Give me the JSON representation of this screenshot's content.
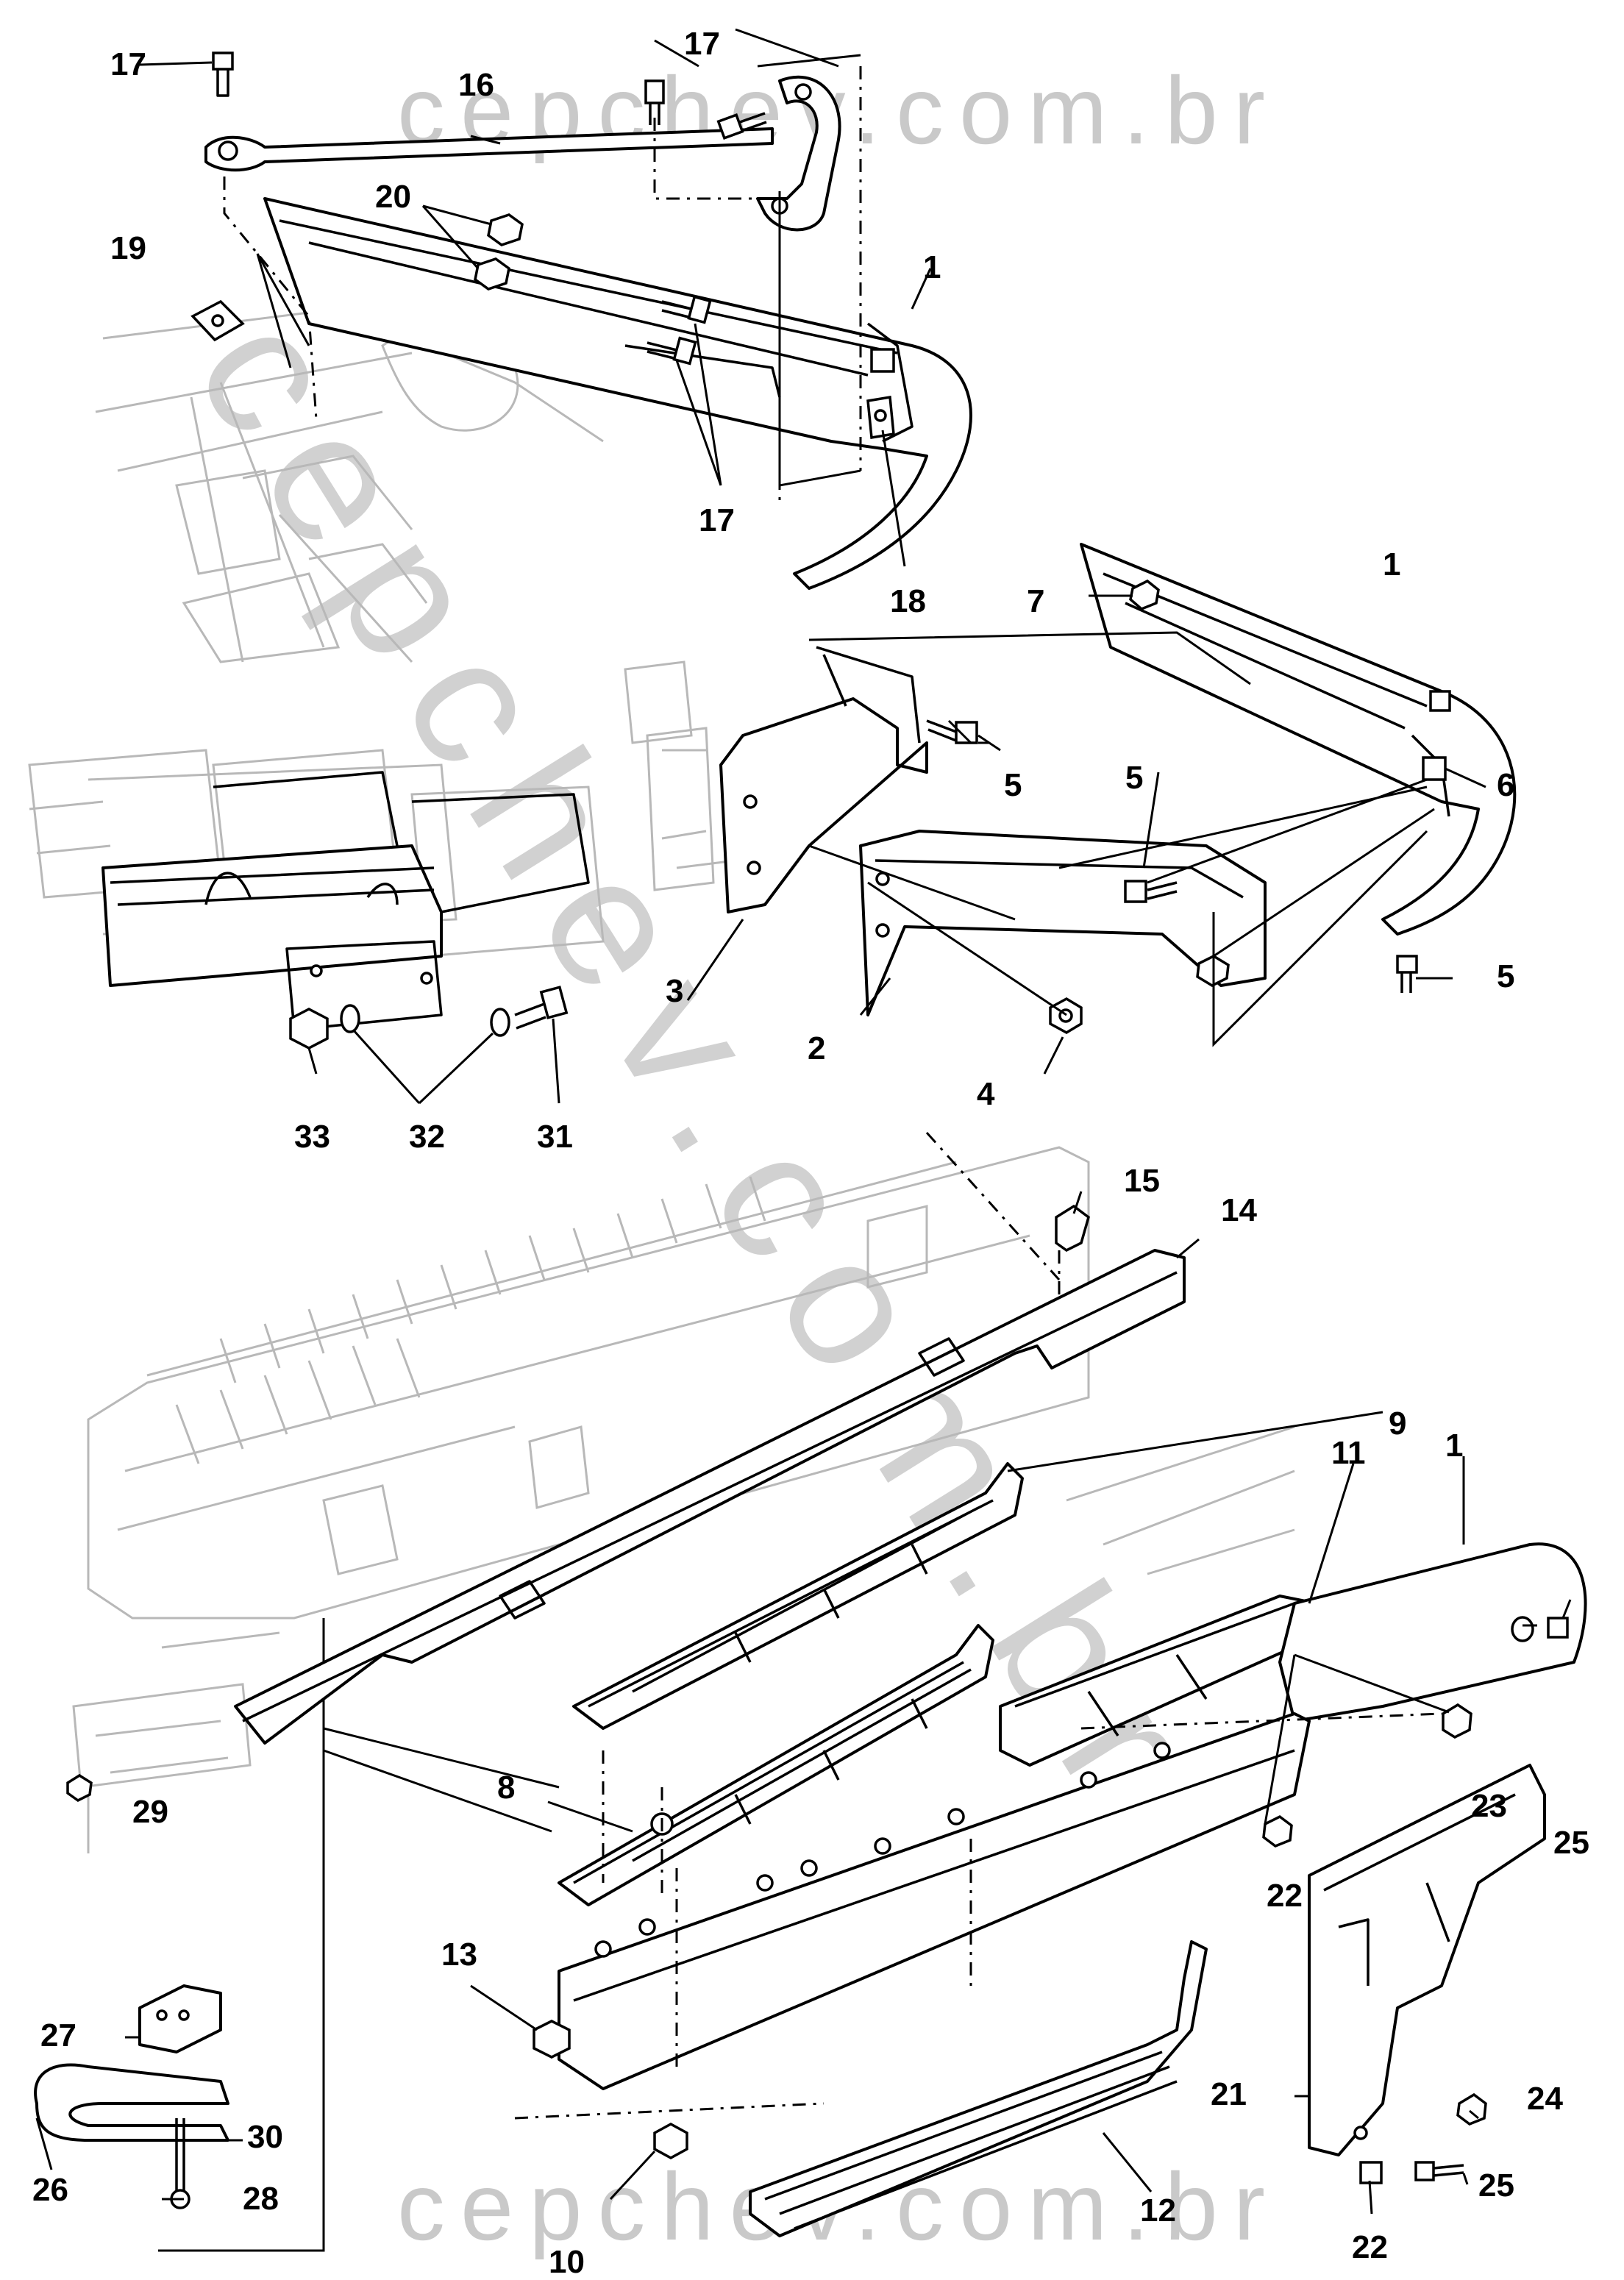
{
  "watermark": {
    "top": "cepchev.com.br",
    "bottom": "cepchev.com.br",
    "diagonal": "cepchev.com.br"
  },
  "callouts": {
    "c17a": "17",
    "c16": "16",
    "c17b": "17",
    "c20": "20",
    "c19": "19",
    "c1a": "1",
    "c17c": "17",
    "c18": "18",
    "c7": "7",
    "c1b": "1",
    "c5a": "5",
    "c5b": "5",
    "c6": "6",
    "c5c": "5",
    "c3": "3",
    "c2": "2",
    "c4": "4",
    "c33": "33",
    "c32": "32",
    "c31": "31",
    "c15": "15",
    "c14": "14",
    "c9": "9",
    "c11": "11",
    "c1c": "1",
    "c8": "8",
    "c29": "29",
    "c13": "13",
    "c27": "27",
    "c30": "30",
    "c26": "26",
    "c28": "28",
    "c10": "10",
    "c12": "12",
    "c23": "23",
    "c25a": "25",
    "c22a": "22",
    "c21": "21",
    "c24": "24",
    "c25b": "25",
    "c22b": "22"
  },
  "colors": {
    "ink": "#000000",
    "ghost": "#b8b8b8",
    "watermark": "#c9c9c9",
    "background": "#ffffff"
  }
}
